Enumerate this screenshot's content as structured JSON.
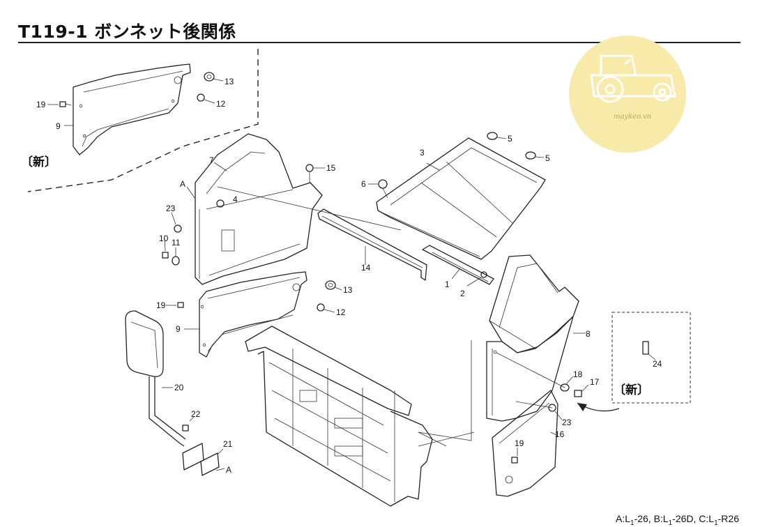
{
  "header": {
    "title": "T119-1 ボンネット後関係"
  },
  "watermark": {
    "text": "maykeo.vn",
    "color": "#f7e8a4"
  },
  "labels": {
    "new_tl": "〔新〕",
    "new_r": "〔新〕",
    "A_top": "A",
    "A_bottom": "A",
    "p1": "1",
    "p2": "2",
    "p3": "3",
    "p4": "4",
    "p5a": "5",
    "p5b": "5",
    "p6": "6",
    "p7": "7",
    "p8": "8",
    "p9a": "9",
    "p9b": "9",
    "p10": "10",
    "p11": "11",
    "p12a": "12",
    "p12b": "12",
    "p13a": "13",
    "p13b": "13",
    "p14": "14",
    "p15": "15",
    "p16": "16",
    "p17": "17",
    "p18": "18",
    "p19a": "19",
    "p19b": "19",
    "p19c": "19",
    "p20": "20",
    "p21": "21",
    "p22": "22",
    "p23a": "23",
    "p23b": "23",
    "p24": "24"
  },
  "footnote": {
    "a_pre": "A:L",
    "a_sub": "1",
    "a_post": "-26, ",
    "b_pre": "B:L",
    "b_sub": "1",
    "b_post": "-26D, ",
    "c_pre": "C:L",
    "c_sub": "1",
    "c_post": "-R26"
  }
}
